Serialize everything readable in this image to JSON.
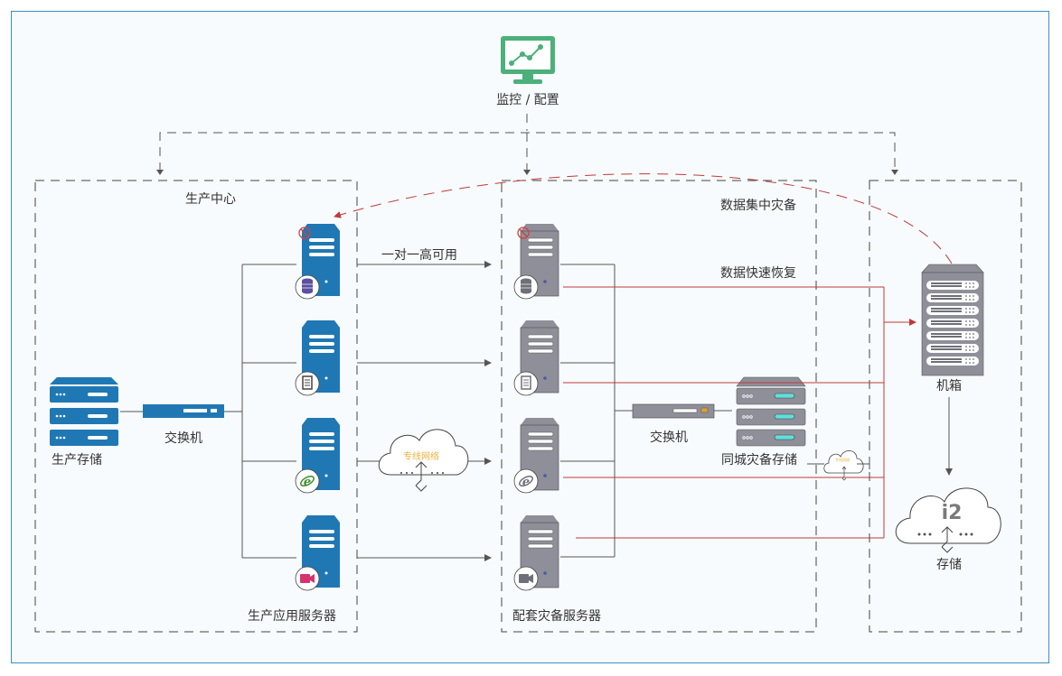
{
  "monitor": {
    "label": "监控 / 配置",
    "color": "#4cb07a"
  },
  "zones": {
    "production_center": {
      "title": "生产中心",
      "servers_label": "生产应用服务器"
    },
    "backup_center": {
      "title": "数据集中灾备",
      "servers_label": "配套灾备服务器"
    },
    "remote": {
      "title": ""
    }
  },
  "production": {
    "storage_label": "生产存储",
    "switch_label": "交换机",
    "color": "#1f78b4",
    "servers": [
      {
        "icon": "database-icon",
        "badge_color": "#5a4fa0",
        "blocked": true
      },
      {
        "icon": "document-icon",
        "badge_color": "#4a4040",
        "blocked": false
      },
      {
        "icon": "ie-browser-icon",
        "badge_color": "#3a8f2a",
        "blocked": false
      },
      {
        "icon": "video-camera-icon",
        "badge_color": "#d6336c",
        "blocked": false
      }
    ]
  },
  "backup": {
    "switch_label": "交换机",
    "city_storage_label": "同城灾备存储",
    "color": "#8e8f99",
    "servers": [
      {
        "icon": "database-icon",
        "blocked": true
      },
      {
        "icon": "document-icon",
        "blocked": false
      },
      {
        "icon": "ie-browser-icon",
        "blocked": false
      },
      {
        "icon": "video-camera-icon",
        "blocked": false
      }
    ]
  },
  "links": {
    "ha_label": "一对一高可用",
    "private_network_label": "专线网络",
    "fast_recovery_label": "数据快速恢复",
    "line_color": "#555555",
    "red_color": "#c0393b"
  },
  "remote": {
    "chassis_label": "机箱",
    "cloud_storage_label": "存储",
    "cloud_brand": "i2"
  }
}
